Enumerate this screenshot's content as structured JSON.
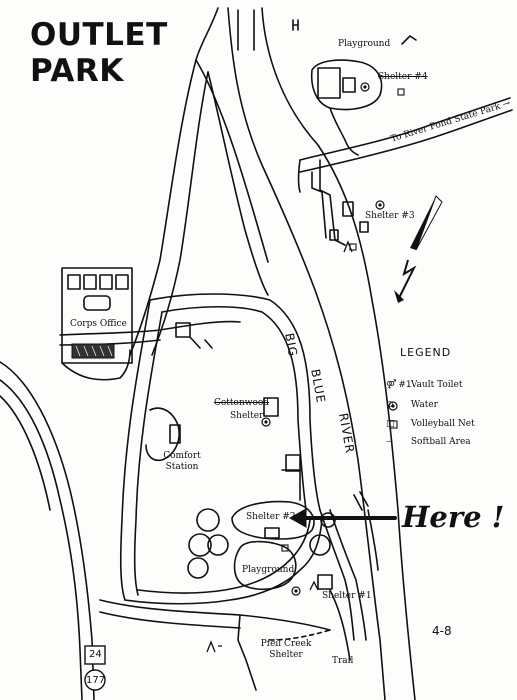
{
  "title_line1": "OUTLET",
  "title_line2": "PARK",
  "labels": {
    "playground_north": "Playground",
    "shelter4": "Shelter #4",
    "to_river_pond": "To River Pond State Park →",
    "shelter3": "Shelter #3",
    "corps_office": "Corps Office",
    "cottonwood_struck": "Cottonwood",
    "cottonwood_shelter": "Shelter",
    "comfort_station_1": "Comfort",
    "comfort_station_2": "Station",
    "shelter2": "Shelter #2",
    "playground_south": "Playground",
    "shelter1": "Shelter #1",
    "pfeil_creek_1": "Pfeil Creek",
    "pfeil_creek_2": "Shelter",
    "trail": "Trail",
    "hwy_24": "24",
    "hwy_177": "177",
    "sheet_number": "4-8"
  },
  "river": {
    "word1": "BIG",
    "word2": "BLUE",
    "word3": "RIVER"
  },
  "legend": {
    "title": "LEGEND",
    "items": [
      {
        "symbol": "⚤ #1",
        "label": "Vault Toilet"
      },
      {
        "symbol": "⊙",
        "label": "Water"
      },
      {
        "symbol": "□",
        "label": "Volleyball Net"
      },
      {
        "symbol": "⌣",
        "label": "Softball Area"
      }
    ]
  },
  "callout": {
    "text": "Here !"
  },
  "colors": {
    "ink": "#111111",
    "paper": "#fdfdfc",
    "hatch": "#333333"
  },
  "icons": [
    "north-arrow-icon",
    "water-icon",
    "vault-toilet-icon",
    "volleyball-net-icon",
    "softball-area-icon",
    "highway-shield-icon"
  ]
}
